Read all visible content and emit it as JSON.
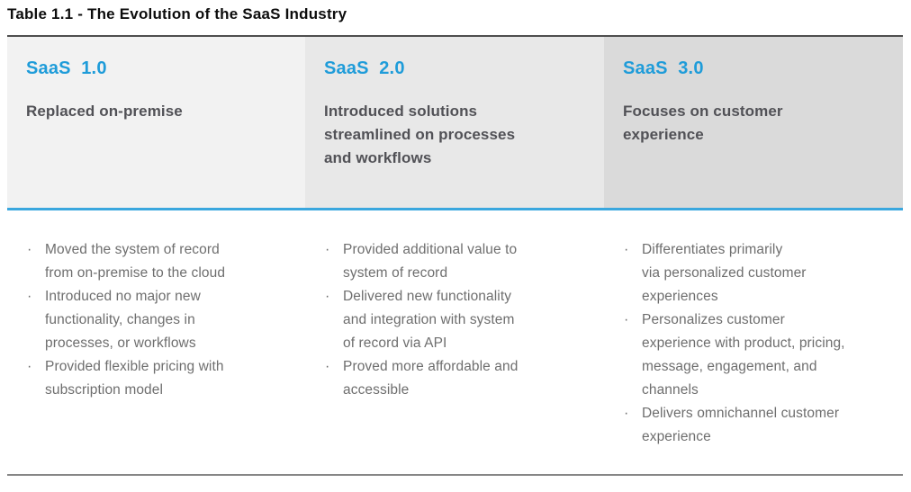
{
  "title": "Table 1.1 - The Evolution of the SaaS Industry",
  "bullet_char": "·",
  "colors": {
    "accent_blue": "#1f9cd9",
    "divider_blue": "#3aa7de",
    "header_text_gray": "#515156",
    "body_text_gray": "#6e6e6e",
    "column1_bg": "#f2f2f2",
    "column2_bg": "#e8e8e8",
    "column3_bg": "#dadada",
    "top_border_gray": "#4e4e4e",
    "bottom_border_gray": "#868686"
  },
  "columns": [
    {
      "version": "SaaS  1.0",
      "subtitle": "Replaced on-premise",
      "bullets": [
        "Moved the system of record\nfrom on-premise to the cloud",
        "Introduced no major new\nfunctionality, changes in\nprocesses, or workflows",
        "Provided flexible pricing with\nsubscription model"
      ]
    },
    {
      "version": "SaaS  2.0",
      "subtitle": "Introduced solutions\nstreamlined on processes\nand workflows",
      "bullets": [
        "Provided additional value to\nsystem of record",
        "Delivered new functionality\nand integration with system\nof record via API",
        "Proved more affordable and\naccessible"
      ]
    },
    {
      "version": "SaaS  3.0",
      "subtitle": "Focuses on customer\nexperience",
      "bullets": [
        "Differentiates primarily\nvia personalized customer\nexperiences",
        "Personalizes customer\nexperience with product, pricing,\nmessage, engagement, and\nchannels",
        "Delivers omnichannel customer\nexperience"
      ]
    }
  ]
}
